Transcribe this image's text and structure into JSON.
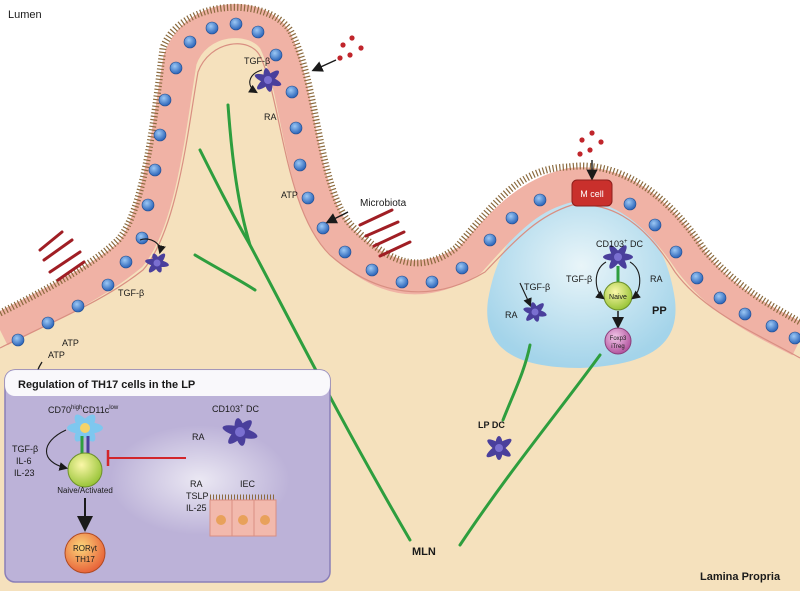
{
  "regions": {
    "lumen": "Lumen",
    "lamina_propria": "Lamina Propria",
    "mln": "MLN",
    "pp": "PP"
  },
  "villus_left": {
    "tgf_beta": "TGF-β",
    "atp_1": "ATP",
    "atp_2": "ATP"
  },
  "villus_mid": {
    "tgf_beta": "TGF-β",
    "ra": "RA",
    "atp": "ATP",
    "microbiota": "Microbiota"
  },
  "peyers_patch": {
    "m_cell": "M cell",
    "dc_main": "CD103",
    "dc_sup": "+",
    "dc_tail": " DC",
    "tgf_beta_left": "TGF-β",
    "ra_left": "RA",
    "tgf_beta_center": "TGF-β",
    "ra_right": "RA",
    "naive": "Naive",
    "foxp3": "Foxp3",
    "itreg": "iTreg"
  },
  "lp_dc": "LP DC",
  "inset": {
    "title": "Regulation of TH17 cells in the LP",
    "cd70": "CD70",
    "cd70_sup": "high",
    "cd11c": "CD11c",
    "cd11c_sup": "low",
    "tgf_beta": "TGF-β",
    "il6": "IL-6",
    "il23": "IL-23",
    "naive_activated": "Naive/Activated",
    "ror": "RORγt",
    "th17": "TH17",
    "cd103_main": "CD103",
    "cd103_sup": "+",
    "cd103_tail": " DC",
    "ra_top": "RA",
    "ra": "RA",
    "tslp": "TSLP",
    "il25": "IL-25",
    "iec": "IEC"
  },
  "colors": {
    "lamina_propria": "#f5e1bd",
    "epithelium": "#f2b9ad",
    "nucleus_blue": "#3c7fd0",
    "nucleus_orange": "#e8a15b",
    "lymphatic_green": "#2e9e3e",
    "dc_purple": "#4a3f9c",
    "inset_bg": "#bcb2d8",
    "pp_blue": "#bfe3f3",
    "microbiota_red": "#c0252b",
    "m_cell_red": "#c9302c",
    "th17_orange": "#f08a3a"
  }
}
